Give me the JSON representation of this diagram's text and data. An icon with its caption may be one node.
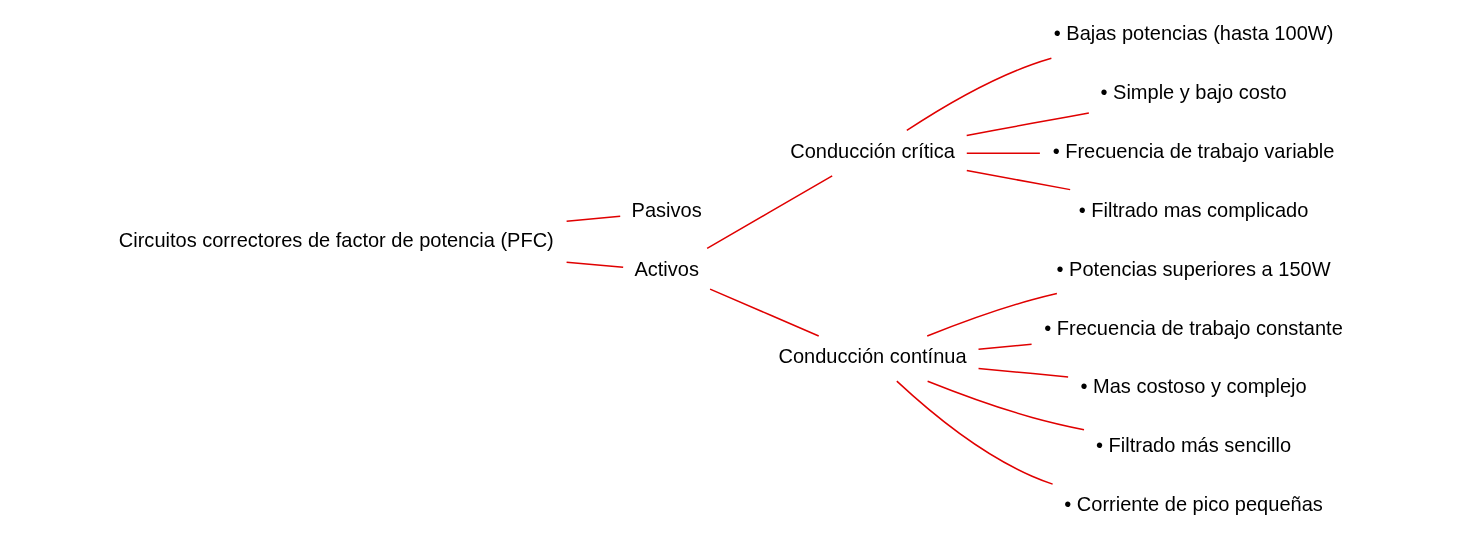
{
  "diagram": {
    "nodes": [
      {
        "text": [
          "Circuitos correctores de factor de potencia (PFC)"
        ]
      },
      {
        "text": [
          "Pasivos"
        ]
      },
      {
        "text": [
          "Activos"
        ]
      },
      {
        "text": [
          "Conducción crítica"
        ]
      },
      {
        "text": [
          "Conducción contínua"
        ]
      },
      {
        "text": [
          "• Bajas potencias (hasta 100W)"
        ]
      },
      {
        "text": [
          "• Simple y bajo costo"
        ]
      },
      {
        "text": [
          "• Frecuencia de trabajo variable"
        ]
      },
      {
        "text": [
          "• Filtrado mas complicado"
        ]
      },
      {
        "text": [
          "• Potencias superiores a 150W"
        ]
      },
      {
        "text": [
          "• Frecuencia de trabajo constante"
        ]
      },
      {
        "text": [
          "• Mas costoso y complejo"
        ]
      },
      {
        "text": [
          "• Filtrado más sencillo"
        ]
      },
      {
        "text": [
          "• Corriente de pico pequeñas"
        ]
      }
    ],
    "edges": [
      {
        "from": 0,
        "to": 1,
        "arrow": "none"
      },
      {
        "from": 0,
        "to": 2,
        "arrow": "none"
      },
      {
        "from": 2,
        "to": 3,
        "arrow": "none"
      },
      {
        "from": 2,
        "to": 4,
        "arrow": "none"
      },
      {
        "from": 3,
        "to": 5,
        "arrow": "none"
      },
      {
        "from": 3,
        "to": 6,
        "arrow": "none"
      },
      {
        "from": 3,
        "to": 7,
        "arrow": "none"
      },
      {
        "from": 3,
        "to": 8,
        "arrow": "none"
      },
      {
        "from": 4,
        "to": 9,
        "arrow": "none"
      },
      {
        "from": 4,
        "to": 10,
        "arrow": "none"
      },
      {
        "from": 4,
        "to": 11,
        "arrow": "none"
      },
      {
        "from": 4,
        "to": 12,
        "arrow": "none"
      },
      {
        "from": 4,
        "to": 13,
        "arrow": "none"
      }
    ]
  }
}
